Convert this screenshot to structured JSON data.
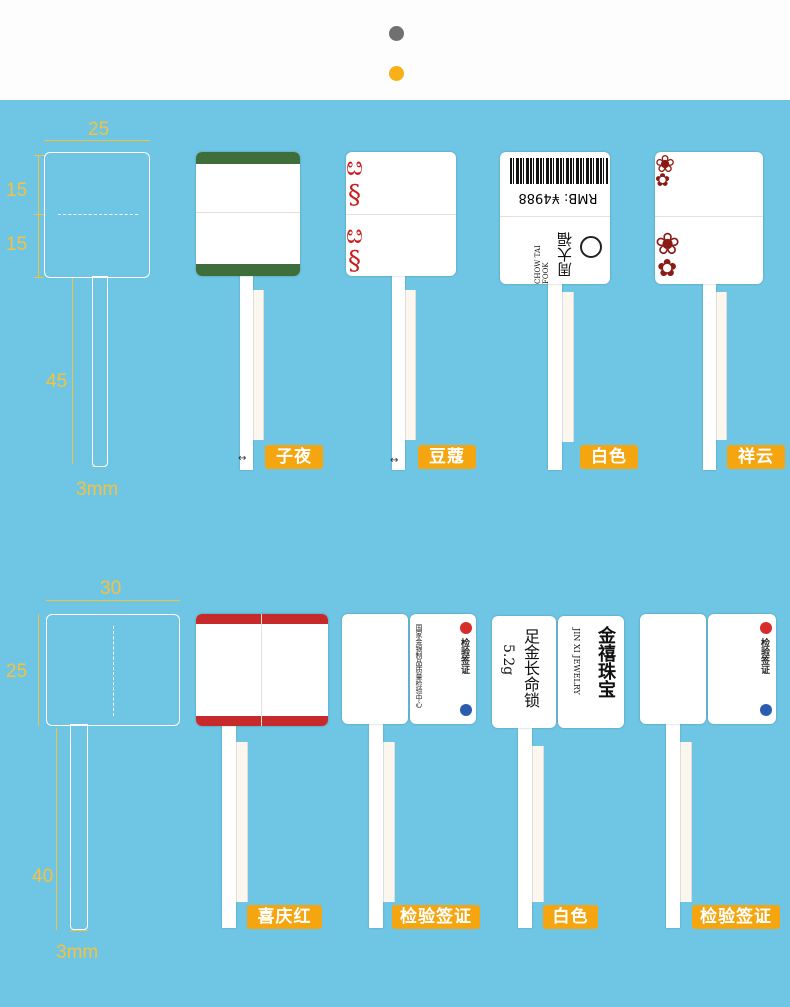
{
  "header": {
    "dots": [
      "gray-dot",
      "orange-dot"
    ]
  },
  "row1": {
    "dims": {
      "width": "25",
      "top": "15",
      "mid": "15",
      "stick": "45",
      "stick_width": "3mm"
    },
    "labels": [
      "子夜",
      "豆蔻",
      "白色",
      "祥云"
    ],
    "white_tag": {
      "price": "RMB: ¥4988",
      "brand_en": "CHOW TAI FOOK",
      "brand_cn": "周大福"
    }
  },
  "row2": {
    "dims": {
      "width": "30",
      "height": "25",
      "stick": "40",
      "stick_width": "3mm"
    },
    "labels": [
      "喜庆红",
      "检验签证",
      "白色",
      "检验签证"
    ],
    "cert": {
      "title": "检验签证",
      "org": "国家金银制品质量检验中心"
    },
    "white_tag": {
      "brand_cn": "金禧珠宝",
      "brand_en": "JIN XI JEWELRY",
      "product": "足金长命锁",
      "weight": "5.2g"
    }
  },
  "colors": {
    "background": "#6ec6e4",
    "accent": "#f5a510",
    "dim": "#f5c13f"
  }
}
